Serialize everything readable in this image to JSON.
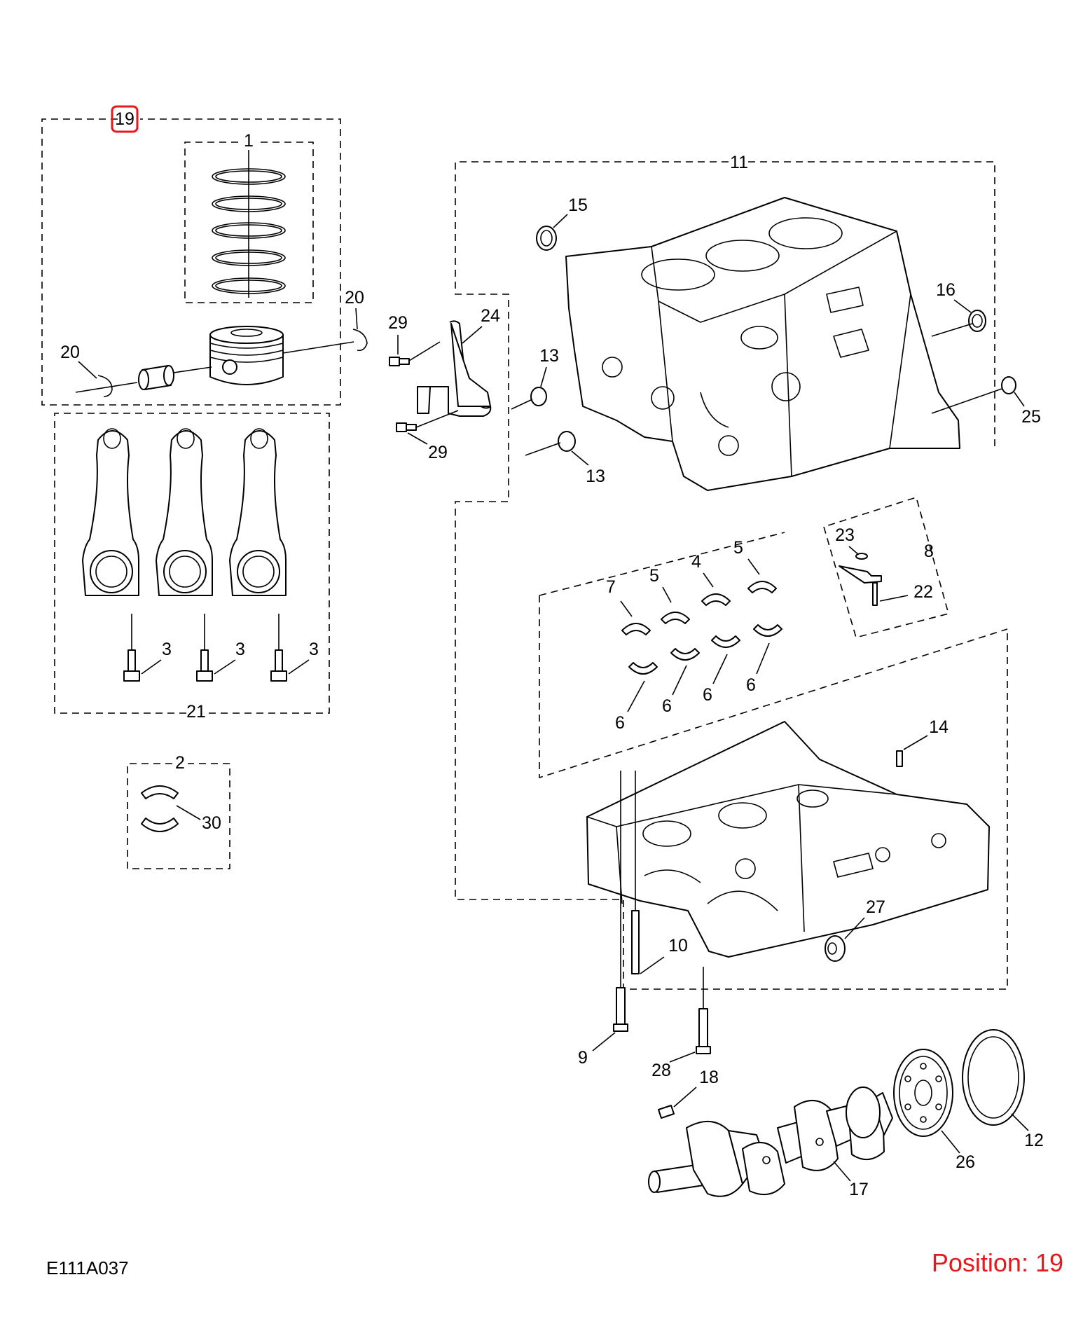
{
  "diagram_id": "E111A037",
  "position_text": "Position: 19",
  "highlight_color": "#e8191b",
  "highlighted_callout": "19",
  "callouts": {
    "c1": "1",
    "c2": "2",
    "c3a": "3",
    "c3b": "3",
    "c3c": "3",
    "c4": "4",
    "c5a": "5",
    "c5b": "5",
    "c6a": "6",
    "c6b": "6",
    "c6c": "6",
    "c6d": "6",
    "c7": "7",
    "c8": "8",
    "c9": "9",
    "c10": "10",
    "c11": "11",
    "c12": "12",
    "c13a": "13",
    "c13b": "13",
    "c14": "14",
    "c15": "15",
    "c16": "16",
    "c17": "17",
    "c18": "18",
    "c19": "19",
    "c20a": "20",
    "c20b": "20",
    "c21": "21",
    "c22": "22",
    "c23": "23",
    "c24": "24",
    "c25": "25",
    "c26": "26",
    "c27": "27",
    "c28": "28",
    "c29a": "29",
    "c29b": "29",
    "c30": "30"
  }
}
